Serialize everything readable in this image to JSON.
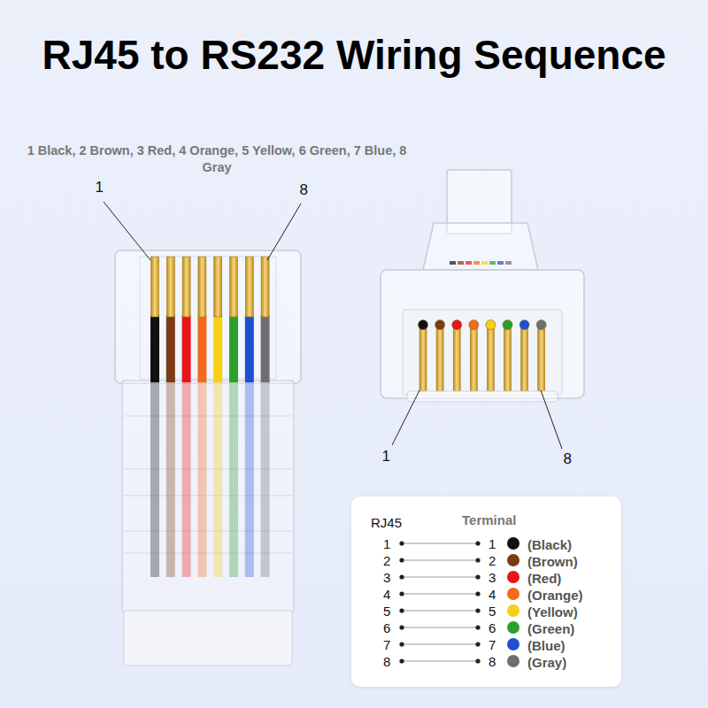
{
  "diagram": {
    "title": "RJ45 to RS232 Wiring Sequence",
    "nodes": [
      {
        "text": [
          "RJ45",
          "Terminal"
        ]
      }
    ],
    "labels": [
      "1 Black, 2 Brown, 3 Red, 4 Orange, 5 Yellow, 6 Green, 7 Blue, 8 Gray",
      "1",
      "8",
      "1",
      "8",
      "1",
      "2",
      "3",
      "4",
      "5",
      "6",
      "7",
      "8",
      "1",
      "2",
      "3",
      "4",
      "5",
      "6",
      "7",
      "8"
    ],
    "legend": [
      {
        "text": "(Black)",
        "color": "#111111"
      },
      {
        "text": "(Brown)",
        "color": "#7b3b14"
      },
      {
        "text": "(Red)",
        "color": "#e8141b"
      },
      {
        "text": "(Orange)",
        "color": "#f26a1b"
      },
      {
        "text": "(Yellow)",
        "color": "#f7cf13"
      },
      {
        "text": "(Green)",
        "color": "#2aa02a"
      },
      {
        "text": "(Blue)",
        "color": "#1f4fd0"
      },
      {
        "text": "(Gray)",
        "color": "#6e6e6e"
      }
    ]
  }
}
